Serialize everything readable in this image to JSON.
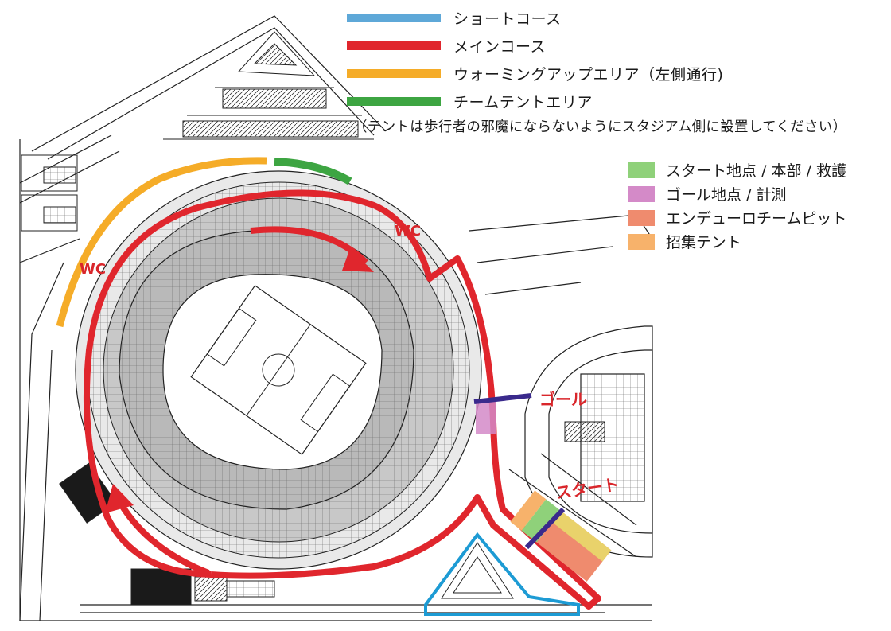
{
  "legend_lines": [
    {
      "label": "ショートコース",
      "color": "#5ea8d8"
    },
    {
      "label": "メインコース",
      "color": "#e0262d"
    },
    {
      "label": "ウォーミングアップエリア（左側通行)",
      "color": "#f5ac28"
    },
    {
      "label": "チームテントエリア",
      "color": "#3da542"
    }
  ],
  "note": "（テントは歩行者の邪魔にならないようにスタジアム側に設置してください）",
  "legend_boxes": [
    {
      "label": "スタート地点 / 本部 / 救護",
      "color": "#8fd17a"
    },
    {
      "label": "ゴール地点 / 計測",
      "color": "#d48ac8"
    },
    {
      "label": "エンデューロチームピット",
      "color": "#ef8b6e"
    },
    {
      "label": "招集テント",
      "color": "#f7b26b"
    }
  ],
  "map_labels": {
    "wc_left": "WC",
    "wc_top": "WC",
    "goal": "ゴール",
    "start": "スタート"
  },
  "colors": {
    "main_course": "#e0262d",
    "short_course": "#1d9bd4",
    "warmup": "#f5ac28",
    "team_tent": "#3da542",
    "line_marker": "#3a2a8c",
    "stadium_seats": "#b9b9b9"
  }
}
